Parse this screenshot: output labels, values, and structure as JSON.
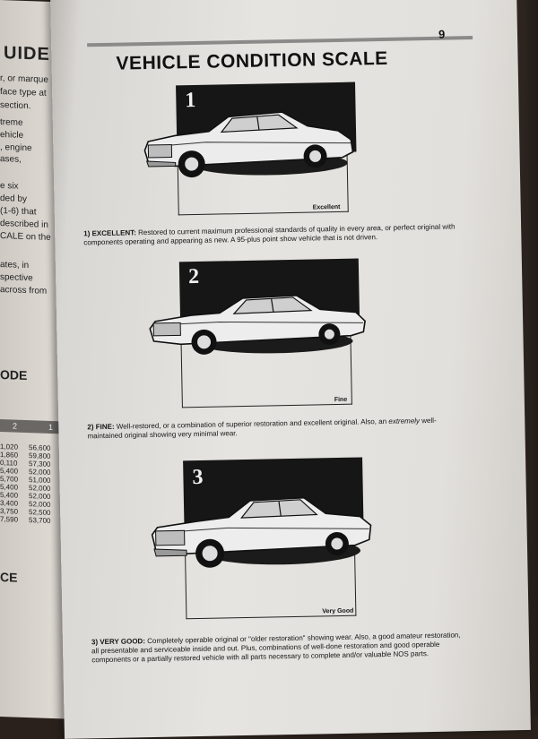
{
  "left_page": {
    "title_fragment": "UIDE",
    "lines": [
      "r, or marque",
      "face type at",
      "section.",
      "treme",
      "ehicle",
      ", engine",
      "ases,",
      "e six",
      "ded by",
      "(1-6) that",
      "described in",
      "CALE on the",
      "ates, in",
      "spective",
      "across from"
    ],
    "heading_code": "ODE",
    "heading_bottom": "CE",
    "table_headers": [
      "2",
      "1"
    ],
    "table_rows": [
      [
        "1,020",
        "56,600"
      ],
      [
        "1,860",
        "59,800"
      ],
      [
        "0,110",
        "57,300"
      ],
      [
        "5,400",
        "52,000"
      ],
      [
        "5,700",
        "51,000"
      ],
      [
        "5,400",
        "52,000"
      ],
      [
        "5,400",
        "52,000"
      ],
      [
        "3,400",
        "52,000"
      ],
      [
        "3,750",
        "52,500"
      ],
      [
        "7,590",
        "53,700"
      ]
    ]
  },
  "page": {
    "page_number": "9",
    "title": "VEHICLE CONDITION SCALE",
    "accent_dark": "#161616",
    "paper": "#e4e2de"
  },
  "conditions": [
    {
      "numeral": "1",
      "grade_label": "Excellent",
      "prefix": "1) EXCELLENT:",
      "text": "Restored to current maximum professional standards of quality in every area, or perfect original with components operating and appearing as new. A 95-plus point show vehicle that is not driven."
    },
    {
      "numeral": "2",
      "grade_label": "Fine",
      "prefix": "2) FINE:",
      "text_before_emphasis": "Well-restored, or a combination of superior restoration and excellent original. Also, an",
      "emphasis": "extremely",
      "text_after_emphasis": "well-maintained original showing very minimal wear."
    },
    {
      "numeral": "3",
      "grade_label": "Very Good",
      "prefix": "3) VERY GOOD:",
      "text": "Completely operable original or \"older restoration\" showing wear. Also, a good amateur restoration, all presentable and serviceable inside and out. Plus, combinations of well-done restoration and good operable components or a partially restored vehicle with all parts necessary to complete and/or valuable NOS parts."
    }
  ]
}
